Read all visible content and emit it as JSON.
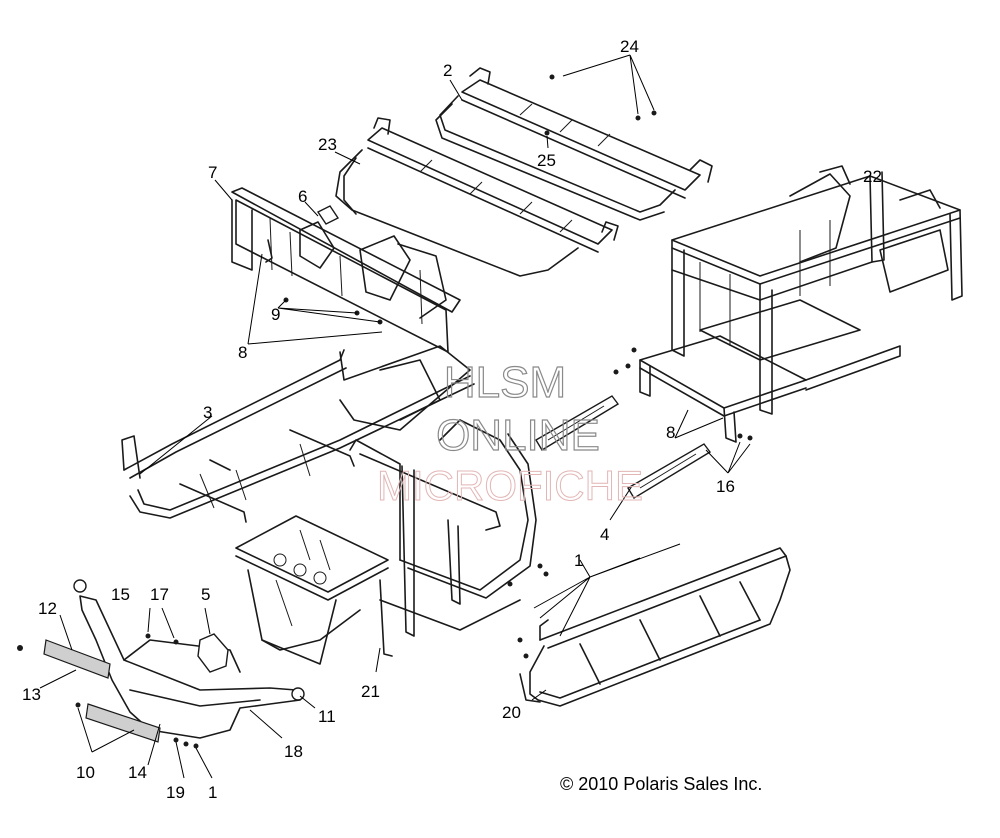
{
  "callouts": {
    "c1a": "1",
    "c1b": "1",
    "c2": "2",
    "c3": "3",
    "c4": "4",
    "c5": "5",
    "c6": "6",
    "c7": "7",
    "c8a": "8",
    "c8b": "8",
    "c9": "9",
    "c10": "10",
    "c11": "11",
    "c12": "12",
    "c13": "13",
    "c14": "14",
    "c15": "15",
    "c16": "16",
    "c17": "17",
    "c18": "18",
    "c19": "19",
    "c20": "20",
    "c21": "21",
    "c22": "22",
    "c23": "23",
    "c24": "24",
    "c25": "25"
  },
  "watermark": {
    "line1": "HLSM",
    "line2": "ONLINE",
    "line3": "MICROFICHE"
  },
  "copyright": "© 2010 Polaris Sales Inc."
}
